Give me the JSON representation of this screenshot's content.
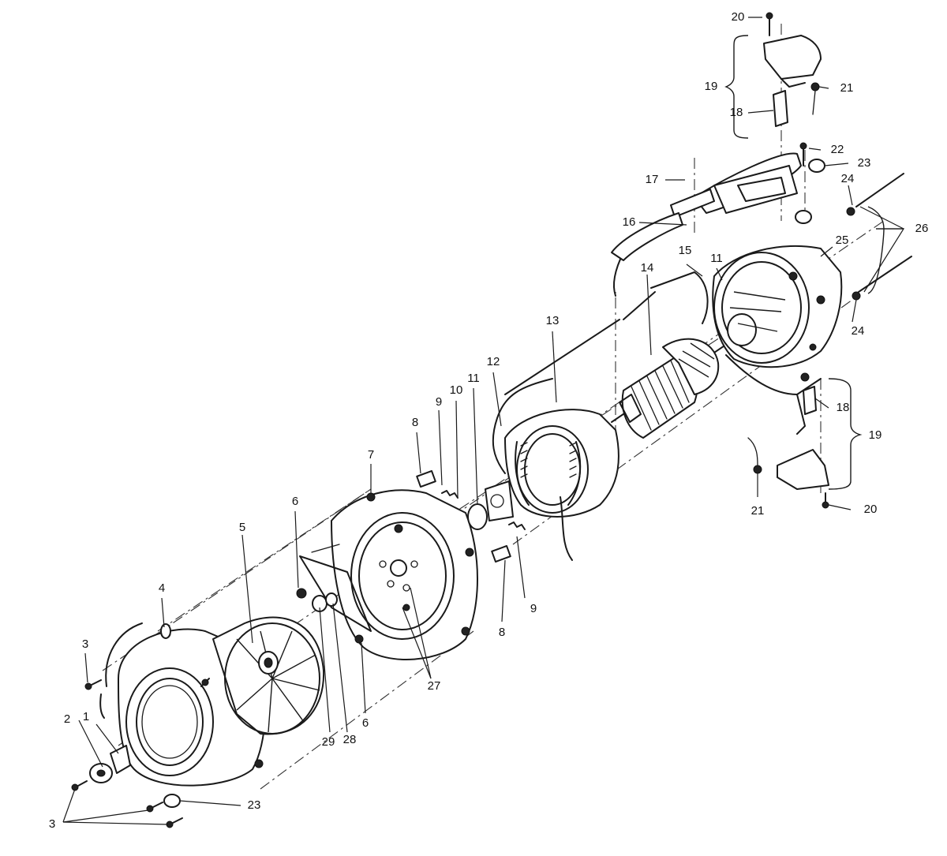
{
  "callouts": [
    {
      "id": "c20a",
      "text": "20"
    },
    {
      "id": "c19a",
      "text": "19"
    },
    {
      "id": "c21a",
      "text": "21"
    },
    {
      "id": "c18a",
      "text": "18"
    },
    {
      "id": "c22",
      "text": "22"
    },
    {
      "id": "c23a",
      "text": "23"
    },
    {
      "id": "c17",
      "text": "17"
    },
    {
      "id": "c24a",
      "text": "24"
    },
    {
      "id": "c26",
      "text": "26"
    },
    {
      "id": "c16",
      "text": "16"
    },
    {
      "id": "c15",
      "text": "15"
    },
    {
      "id": "c11a",
      "text": "11"
    },
    {
      "id": "c25",
      "text": "25"
    },
    {
      "id": "c14",
      "text": "14"
    },
    {
      "id": "c24b",
      "text": "24"
    },
    {
      "id": "c13",
      "text": "13"
    },
    {
      "id": "c12",
      "text": "12"
    },
    {
      "id": "c11b",
      "text": "11"
    },
    {
      "id": "c10",
      "text": "10"
    },
    {
      "id": "c9a",
      "text": "9"
    },
    {
      "id": "c8a",
      "text": "8"
    },
    {
      "id": "c18b",
      "text": "18"
    },
    {
      "id": "c19b",
      "text": "19"
    },
    {
      "id": "c7",
      "text": "7"
    },
    {
      "id": "c21b",
      "text": "21"
    },
    {
      "id": "c20b",
      "text": "20"
    },
    {
      "id": "c6a",
      "text": "6"
    },
    {
      "id": "c5",
      "text": "5"
    },
    {
      "id": "c9b",
      "text": "9"
    },
    {
      "id": "c4",
      "text": "4"
    },
    {
      "id": "c8b",
      "text": "8"
    },
    {
      "id": "c3a",
      "text": "3"
    },
    {
      "id": "c27",
      "text": "27"
    },
    {
      "id": "c2",
      "text": "2"
    },
    {
      "id": "c1",
      "text": "1"
    },
    {
      "id": "c6b",
      "text": "6"
    },
    {
      "id": "c29",
      "text": "29"
    },
    {
      "id": "c28",
      "text": "28"
    },
    {
      "id": "c23b",
      "text": "23"
    },
    {
      "id": "c3b",
      "text": "3"
    }
  ]
}
